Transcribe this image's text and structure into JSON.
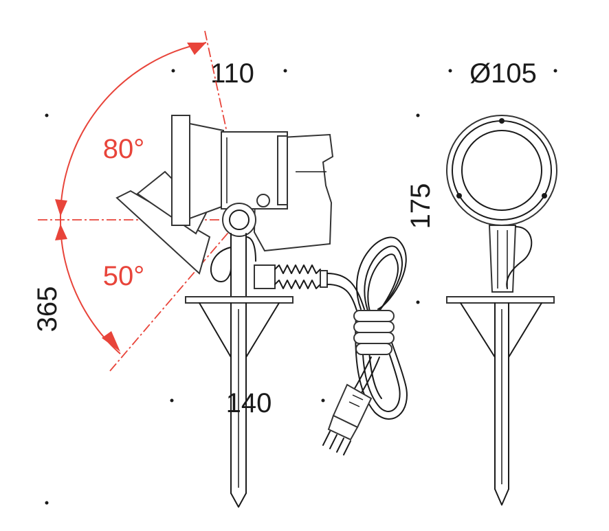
{
  "dimensions": {
    "head_width": "110",
    "diameter": "Ø105",
    "head_height": "175",
    "total_height": "365",
    "base_width": "140"
  },
  "angles": {
    "tilt_up": "80°",
    "tilt_down": "50°"
  },
  "colors": {
    "lines": "#1a1a1a",
    "accent": "#e8443a",
    "background": "#ffffff"
  }
}
